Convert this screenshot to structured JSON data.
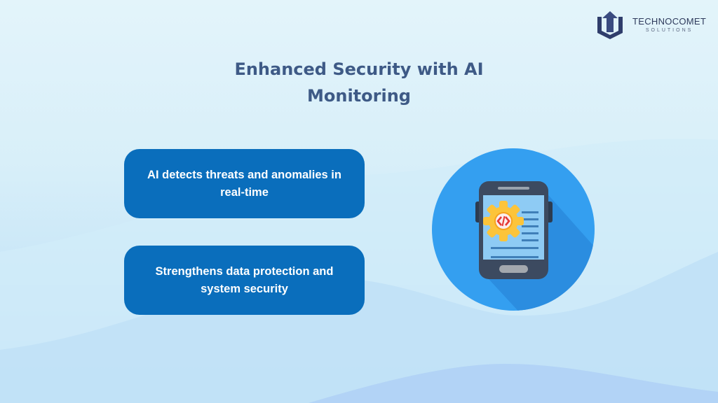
{
  "brand": {
    "name": "TECHNOCOMET",
    "subtitle": "SOLUTIONS",
    "icon": "technocomet-logo-icon",
    "color": "#2e3a5c"
  },
  "slide": {
    "title": "Enhanced Security with AI Monitoring",
    "title_color": "#3e5a86",
    "cards": [
      {
        "text": "AI detects threats and anomalies in real-time"
      },
      {
        "text": "Strengthens data protection and system security"
      }
    ],
    "card_color": "#0a6ebc",
    "illustration": {
      "icon": "mobile-app-development-icon",
      "circle_color": "#349ff0",
      "gear_color": "#fcc43a",
      "code_symbol": "</>",
      "code_color": "#e53935"
    }
  }
}
